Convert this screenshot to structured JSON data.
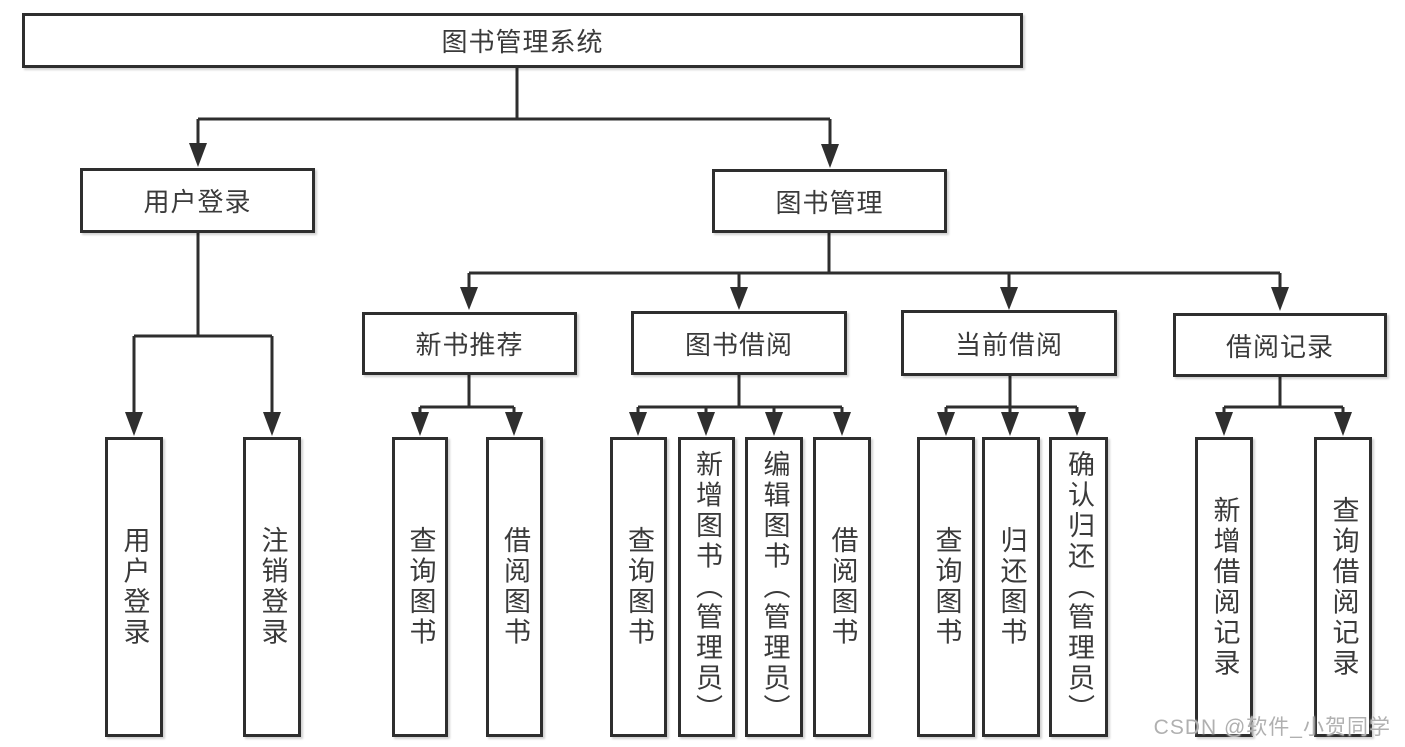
{
  "diagram": {
    "type": "tree",
    "root": {
      "label": "图书管理系统",
      "children": [
        {
          "label": "用户登录",
          "children": [
            {
              "label": "用户登录"
            },
            {
              "label": "注销登录"
            }
          ]
        },
        {
          "label": "图书管理",
          "children": [
            {
              "label": "新书推荐",
              "children": [
                {
                  "label": "查询图书"
                },
                {
                  "label": "借阅图书"
                }
              ]
            },
            {
              "label": "图书借阅",
              "children": [
                {
                  "label": "查询图书"
                },
                {
                  "label": "新增图书（管理员）"
                },
                {
                  "label": "编辑图书（管理员）"
                },
                {
                  "label": "借阅图书"
                }
              ]
            },
            {
              "label": "当前借阅",
              "children": [
                {
                  "label": "查询图书"
                },
                {
                  "label": "归还图书"
                },
                {
                  "label": "确认归还（管理员）"
                }
              ]
            },
            {
              "label": "借阅记录",
              "children": [
                {
                  "label": "新增借阅记录"
                },
                {
                  "label": "查询借阅记录"
                }
              ]
            }
          ]
        }
      ]
    },
    "colors": {
      "line": "#2e2e2e",
      "text": "#3a3a3a",
      "box_fill": "#ffffff"
    },
    "watermark": {
      "text": "CSDN @软件_小贺同学",
      "color": "#b0b0b0"
    }
  }
}
